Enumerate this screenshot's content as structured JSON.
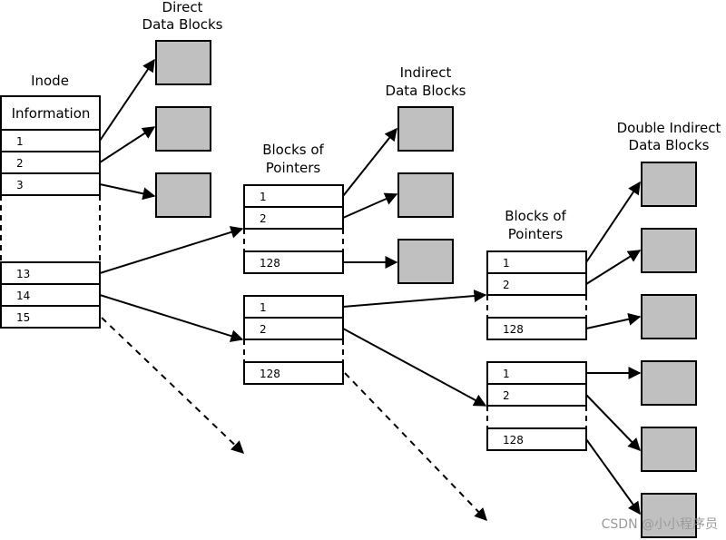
{
  "headings": {
    "inode": "Inode",
    "direct": [
      "Direct",
      "Data Blocks"
    ],
    "indirect": [
      "Indirect",
      "Data Blocks"
    ],
    "blocks_of_pointers": [
      "Blocks of",
      "Pointers"
    ],
    "double_indirect": [
      "Double Indirect",
      "Data Blocks"
    ]
  },
  "inode": {
    "info": "Information",
    "cells": [
      "1",
      "2",
      "3",
      "13",
      "14",
      "15"
    ]
  },
  "pointer_blocks": {
    "single_indirect": [
      "1",
      "2",
      "128"
    ],
    "double_top": [
      "1",
      "2",
      "128"
    ],
    "double_left": [
      "1",
      "2",
      "128"
    ],
    "double_right": [
      "1",
      "2",
      "128"
    ]
  },
  "watermark": "CSDN @小小程序员",
  "colors": {
    "data_block_fill": "#c0c0c0",
    "stroke": "#000000",
    "watermark": "#9a9a9a"
  }
}
